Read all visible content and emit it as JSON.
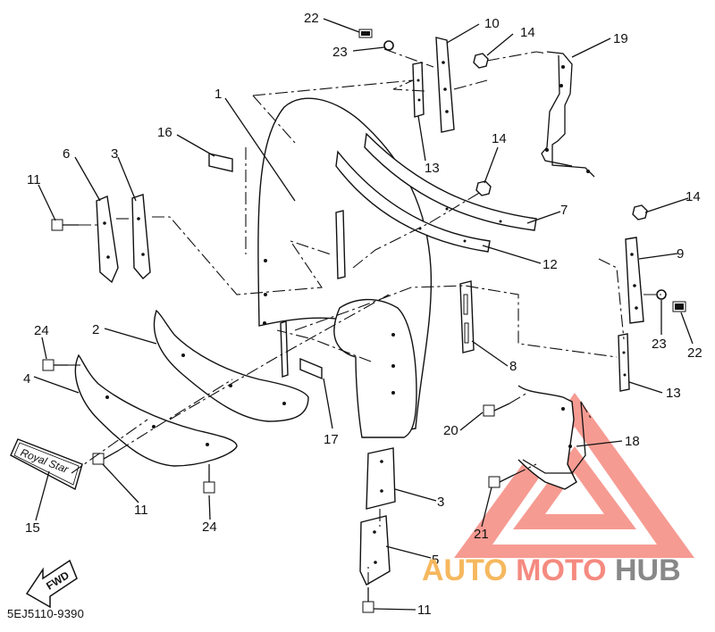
{
  "diagram_code": "5EJ5110-9390",
  "fwd_label": "FWD",
  "emblem_text": "Royal Star",
  "watermark": {
    "text_auto": "AUTO",
    "text_moto": "MOTO",
    "text_hub": "HUB",
    "color_accent": "#f58a80",
    "color_orange": "#f6b85e",
    "color_gray": "#888888"
  },
  "callouts": [
    "22",
    "10",
    "14",
    "19",
    "23",
    "1",
    "16",
    "13",
    "6",
    "3",
    "14",
    "11",
    "7",
    "12",
    "14",
    "9",
    "23",
    "22",
    "2",
    "8",
    "24",
    "4",
    "13",
    "20",
    "17",
    "18",
    "15",
    "11",
    "24",
    "3",
    "21",
    "5",
    "11"
  ]
}
